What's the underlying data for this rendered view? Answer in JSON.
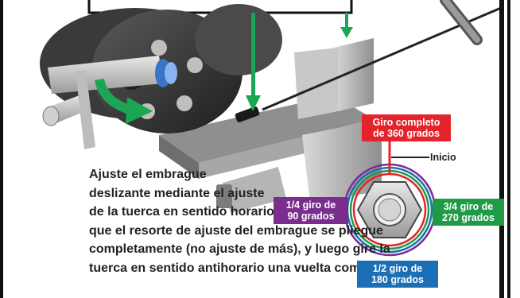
{
  "instructions": {
    "lines": [
      "Ajuste el embrague",
      "deslizante mediante el ajuste",
      "de la tuerca en sentido horario hasta",
      "que el resorte de ajuste del embrague se pliegue",
      "completamente (no ajuste de más), y luego gire la",
      "tuerca en sentido antihorario una vuelta completa."
    ]
  },
  "diagram": {
    "start_label": "Inicio",
    "labels": {
      "full_turn": [
        "Giro completo",
        "de 360 grados"
      ],
      "quarter_turn": [
        "1/4 giro de",
        "90 grados"
      ],
      "half_turn": [
        "1/2 giro de",
        "180 grados"
      ],
      "three_quarter_turn": [
        "3/4 giro de",
        "270 grados"
      ]
    },
    "colors": {
      "full_turn": "#e4232b",
      "quarter_turn": "#7b2d8e",
      "half_turn": "#1b6fb5",
      "three_quarter_turn": "#1f9a47",
      "arrow": "#1aa653"
    }
  }
}
